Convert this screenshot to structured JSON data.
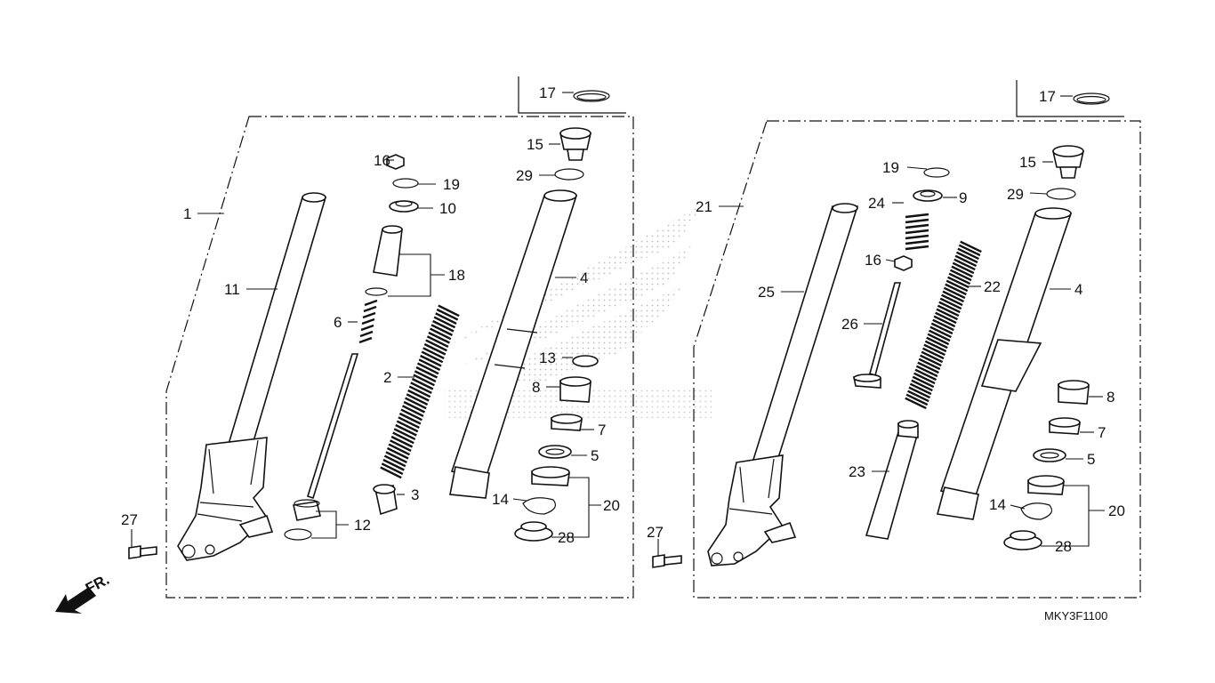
{
  "diagram": {
    "code": "MKY3F1100",
    "front_marker": "FR.",
    "left_assembly": {
      "labels": [
        "17",
        "1",
        "11",
        "16",
        "19",
        "10",
        "18",
        "6",
        "2",
        "12",
        "3",
        "15",
        "29",
        "4",
        "13",
        "8",
        "7",
        "5",
        "20",
        "14",
        "28",
        "27"
      ]
    },
    "right_assembly": {
      "labels": [
        "17",
        "21",
        "25",
        "19",
        "9",
        "24",
        "16",
        "26",
        "22",
        "23",
        "15",
        "29",
        "4",
        "8",
        "7",
        "5",
        "20",
        "14",
        "28",
        "27"
      ]
    }
  },
  "colors": {
    "ink": "#111111",
    "watermark": "#bdbdbd",
    "background": "#ffffff"
  }
}
